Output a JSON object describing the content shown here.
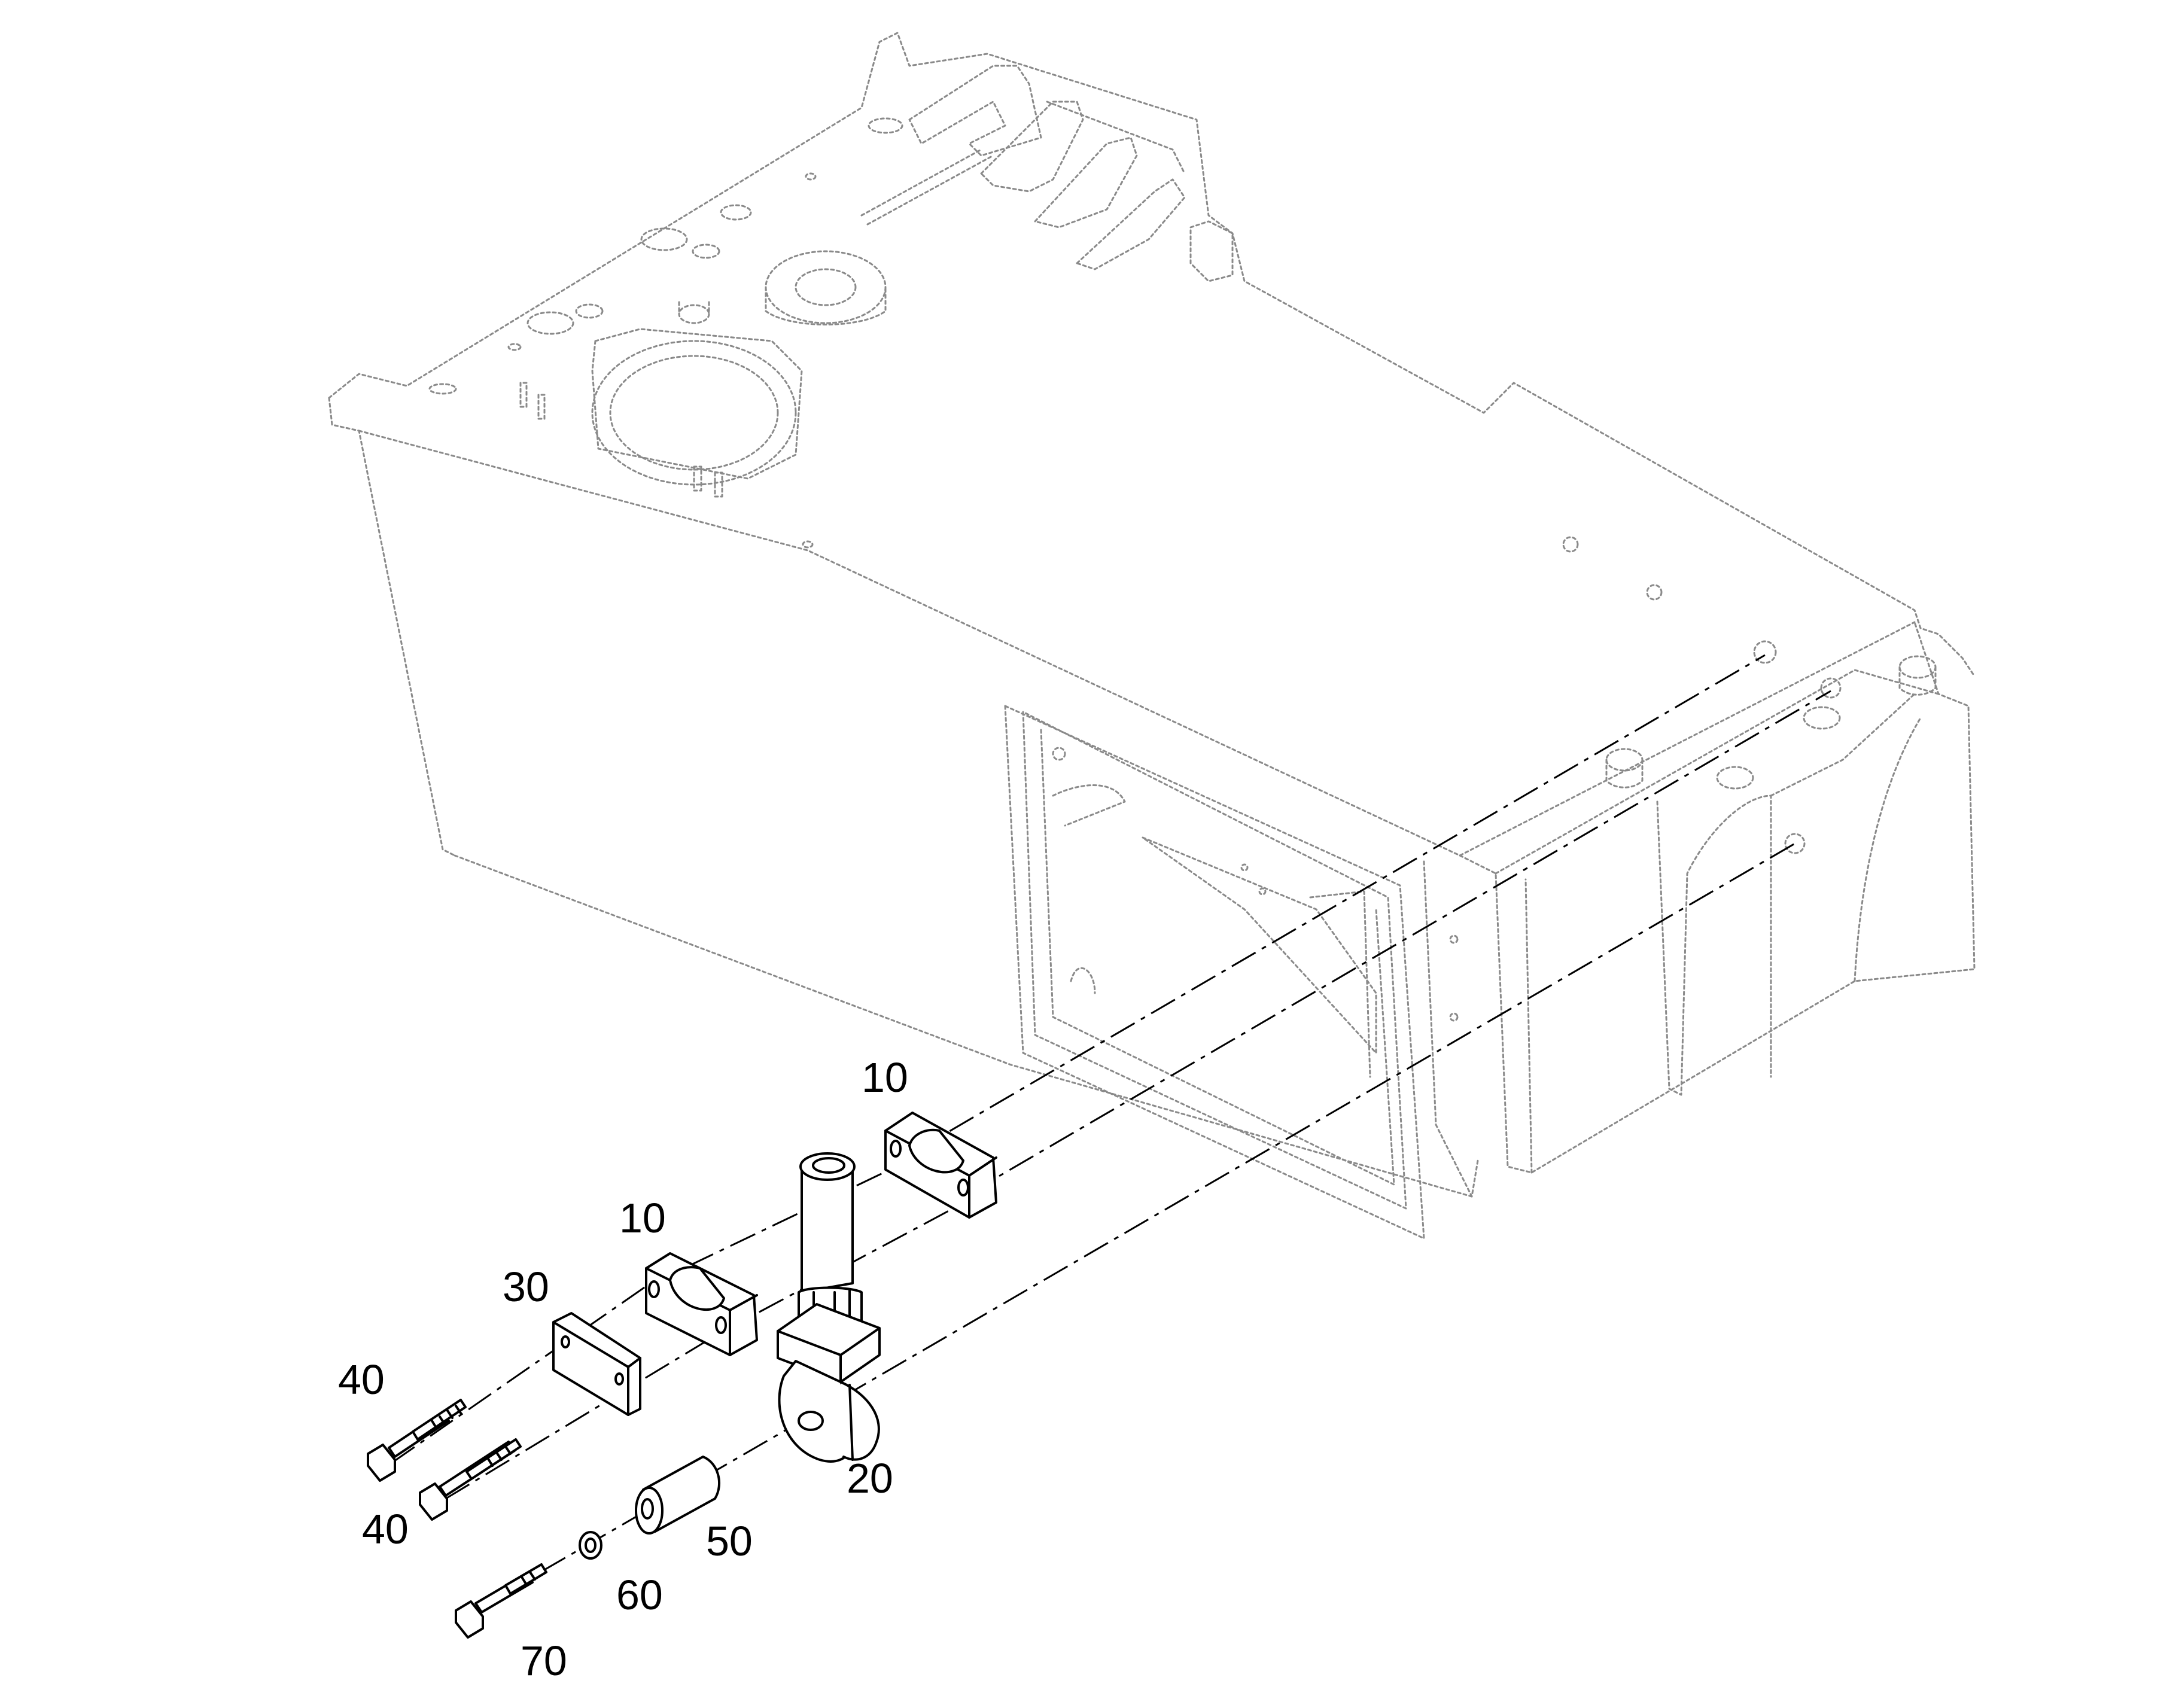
{
  "callouts": {
    "c10_top": "10",
    "c10_mid": "10",
    "c30": "30",
    "c40_top": "40",
    "c40_bottom": "40",
    "c20": "20",
    "c50": "50",
    "c60": "60",
    "c70": "70"
  },
  "colors": {
    "part_stroke": "#000000",
    "ghost_stroke": "#8a8a8a",
    "background": "#ffffff"
  }
}
